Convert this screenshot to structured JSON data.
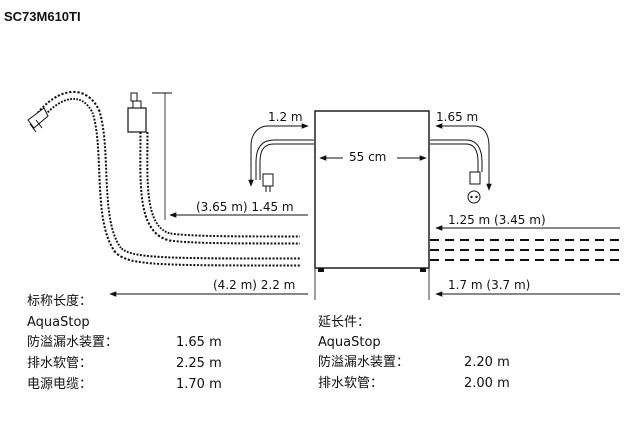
{
  "title": "SC73M610TI",
  "dimensions": {
    "left_clearance": "1.2 m",
    "right_clearance": "1.65 m",
    "appliance_width": "55 cm",
    "upper_hose": "(3.65 m) 1.45 m",
    "right_hose": "1.25 m (3.45 m)",
    "bottom_left": "(4.2 m) 2.2 m",
    "bottom_right": "1.7 m (3.7 m)"
  },
  "standard": {
    "heading": "标称长度：",
    "brand": "AquaStop",
    "items": [
      {
        "label": "防溢漏水装置：",
        "value": "1.65 m"
      },
      {
        "label": "排水软管：",
        "value": "2.25 m"
      },
      {
        "label": "电源电缆：",
        "value": "1.70 m"
      }
    ]
  },
  "extension": {
    "heading": "延长件：",
    "brand": "AquaStop",
    "items": [
      {
        "label": "防溢漏水装置：",
        "value": "2.20 m"
      },
      {
        "label": "排水软管：",
        "value": "2.00 m"
      }
    ]
  }
}
